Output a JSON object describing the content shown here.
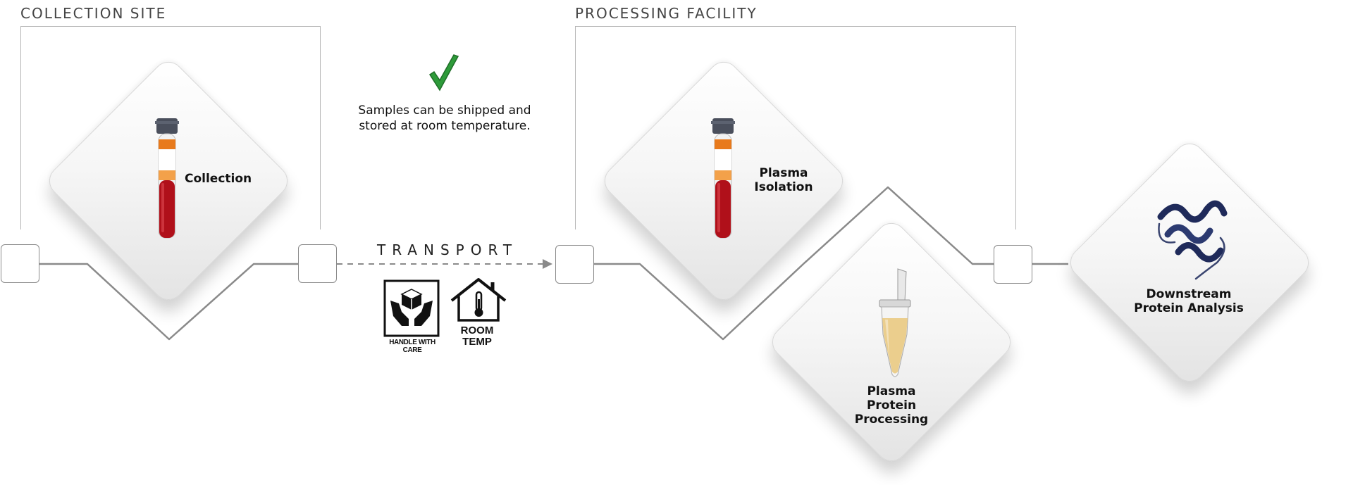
{
  "sections": {
    "collection_title": "COLLECTION SITE",
    "processing_title": "PROCESSING FACILITY"
  },
  "steps": {
    "collection": "Collection",
    "isolation": [
      "Plasma",
      "Isolation"
    ],
    "processing": [
      "Plasma",
      "Protein",
      "Processing"
    ],
    "analysis": [
      "Downstream",
      "Protein Analysis"
    ]
  },
  "note": [
    "Samples can be shipped and",
    "stored at room temperature."
  ],
  "transport": {
    "label": "TRANSPORT",
    "handle_caption": "HANDLE WITH CARE",
    "temp_caption": [
      "ROOM",
      "TEMP"
    ]
  },
  "icons": {
    "check": "checkmark-icon",
    "handle": "handle-with-care-icon",
    "temp": "room-temp-house-icon",
    "tube": "blood-tube-icon",
    "microtube": "microcentrifuge-tube-icon",
    "protein": "protein-structure-icon"
  },
  "colors": {
    "check_green": "#2e9b3a",
    "blood_red": "#b0101a",
    "plasma_yellow": "#e9c77a",
    "protein_navy": "#1f2a5a",
    "line_gray": "#8a8a8a"
  }
}
